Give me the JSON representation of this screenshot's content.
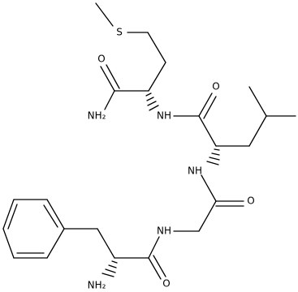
{
  "molecule": {
    "atom_labels": {
      "S": "S",
      "O1": "O",
      "NH2_top": "NH₂",
      "NH_top": "NH",
      "O2": "O",
      "NH_mid": "NH",
      "O3": "O",
      "NH_low": "NH",
      "NH2_bottom": "NH₂",
      "O4": "O"
    }
  },
  "colors": {
    "bond": "#000000",
    "text": "#000000",
    "background": "#ffffff"
  }
}
